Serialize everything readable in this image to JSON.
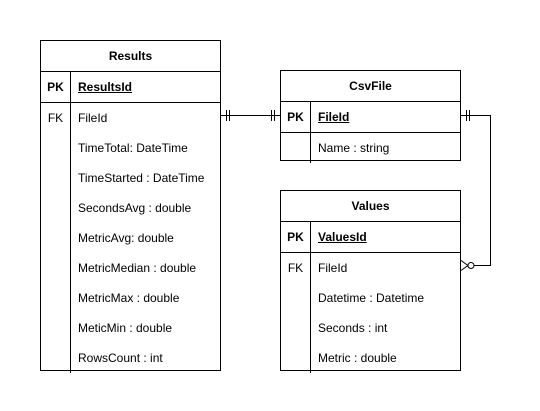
{
  "entities": {
    "results": {
      "title": "Results",
      "pk": {
        "key": "PK",
        "name": "ResultsId"
      },
      "rows": [
        {
          "key": "FK",
          "name": "FileId"
        },
        {
          "key": "",
          "name": "TimeTotal: DateTime"
        },
        {
          "key": "",
          "name": "TimeStarted : DateTime"
        },
        {
          "key": "",
          "name": "SecondsAvg : double"
        },
        {
          "key": "",
          "name": "MetricAvg: double"
        },
        {
          "key": "",
          "name": "MetricMedian : double"
        },
        {
          "key": "",
          "name": "MetricMax : double"
        },
        {
          "key": "",
          "name": "MeticMin : double"
        },
        {
          "key": "",
          "name": "RowsCount : int"
        }
      ]
    },
    "csvfile": {
      "title": "CsvFile",
      "pk": {
        "key": "PK",
        "name": "FileId"
      },
      "rows": [
        {
          "key": "",
          "name": "Name : string"
        }
      ]
    },
    "values": {
      "title": "Values",
      "pk": {
        "key": "PK",
        "name": "ValuesId"
      },
      "rows": [
        {
          "key": "FK",
          "name": "FileId"
        },
        {
          "key": "",
          "name": "Datetime : Datetime"
        },
        {
          "key": "",
          "name": "Seconds : int"
        },
        {
          "key": "",
          "name": "Metric : double"
        }
      ]
    }
  },
  "relationships": [
    {
      "from": "Results.FileId",
      "to": "CsvFile.FileId",
      "cardinality": "one-to-one"
    },
    {
      "from": "CsvFile.FileId",
      "to": "Values.FileId",
      "cardinality": "one-to-zero-or-many"
    }
  ]
}
